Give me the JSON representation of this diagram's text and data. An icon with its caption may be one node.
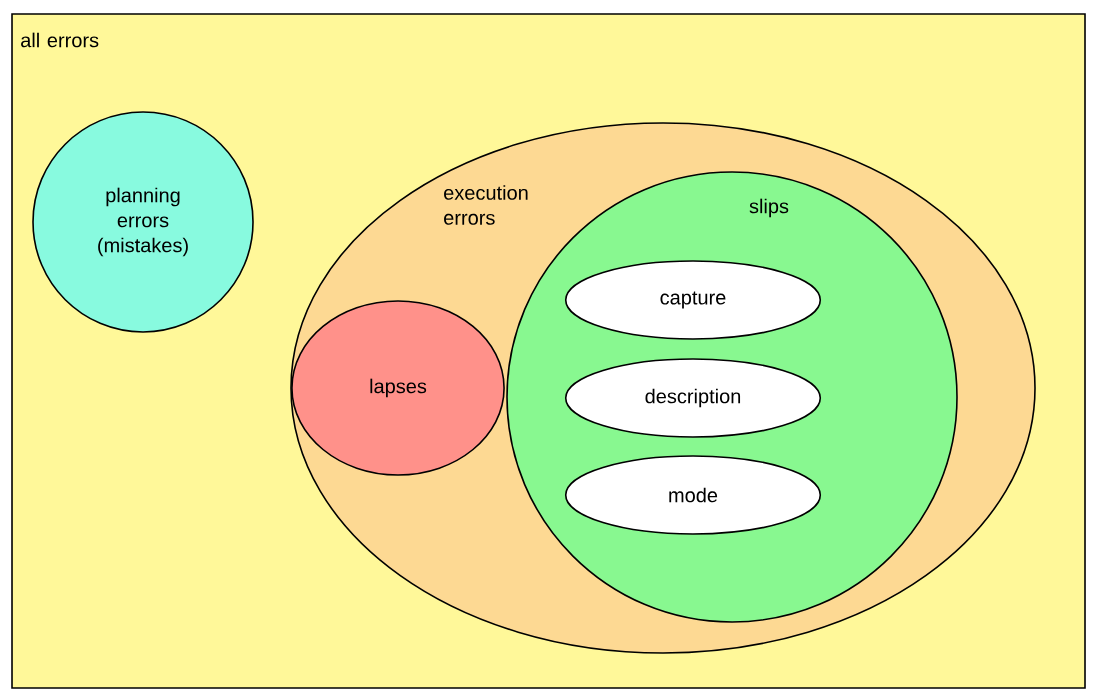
{
  "diagram": {
    "nodes": [
      {
        "text": [
          "all errors"
        ]
      },
      {
        "text": [
          "planning errors (mistakes)"
        ],
        "in": 0
      },
      {
        "text": [
          "execution errors"
        ],
        "in": 0
      },
      {
        "text": [
          "lapses"
        ],
        "in": 2
      },
      {
        "text": [
          "slips"
        ],
        "in": 2
      },
      {
        "text": [
          "capture"
        ],
        "in": 4
      },
      {
        "text": [
          "description"
        ],
        "in": 4
      },
      {
        "text": [
          "mode"
        ],
        "in": 4
      }
    ]
  }
}
